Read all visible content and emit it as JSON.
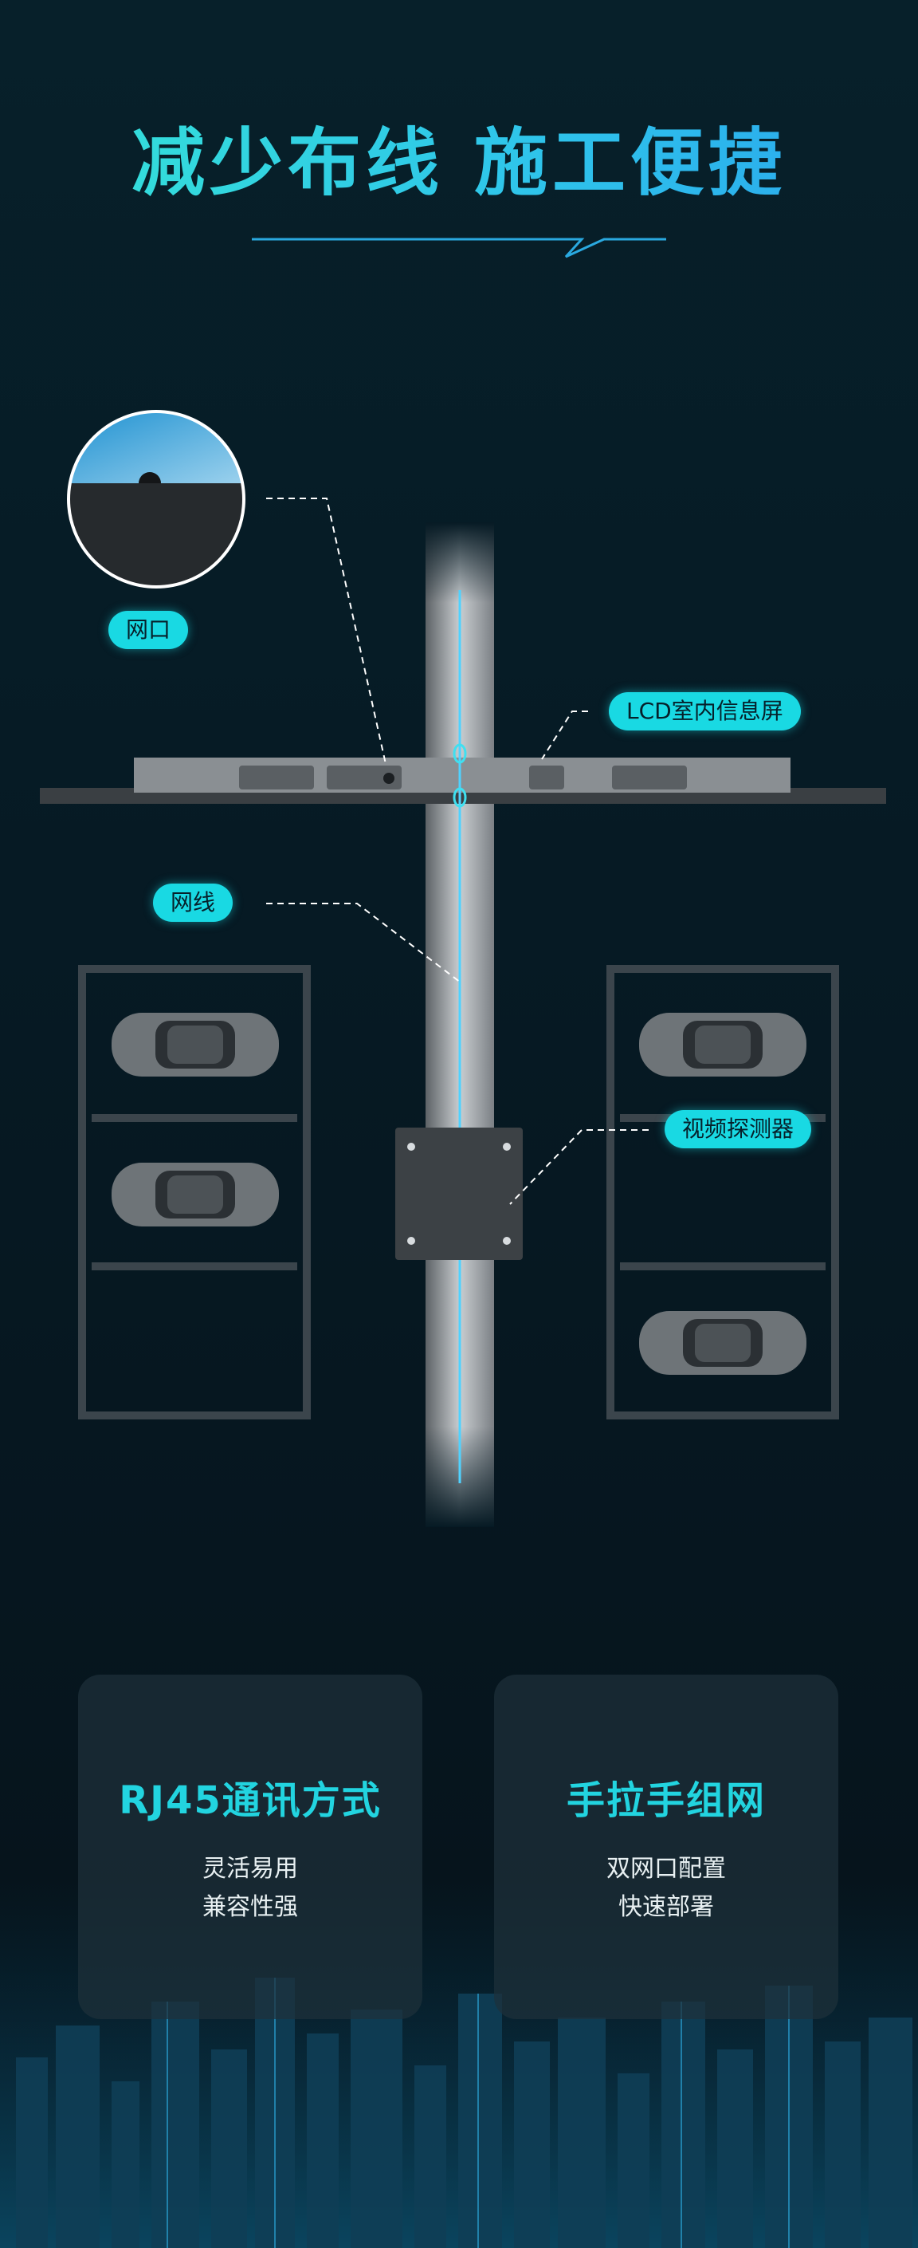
{
  "header": {
    "title": "减少布线 施工便捷"
  },
  "labels": {
    "port": "网口",
    "lcd": "LCD室内信息屏",
    "cable": "网线",
    "detector": "视频探测器"
  },
  "cards": [
    {
      "title": "RJ45通讯方式",
      "line1": "灵活易用",
      "line2": "兼容性强"
    },
    {
      "title": "手拉手组网",
      "line1": "双网口配置",
      "line2": "快速部署"
    }
  ],
  "colors": {
    "accent": "#19d9e3",
    "background": "#061a24",
    "cable": "#2fb8f0"
  }
}
